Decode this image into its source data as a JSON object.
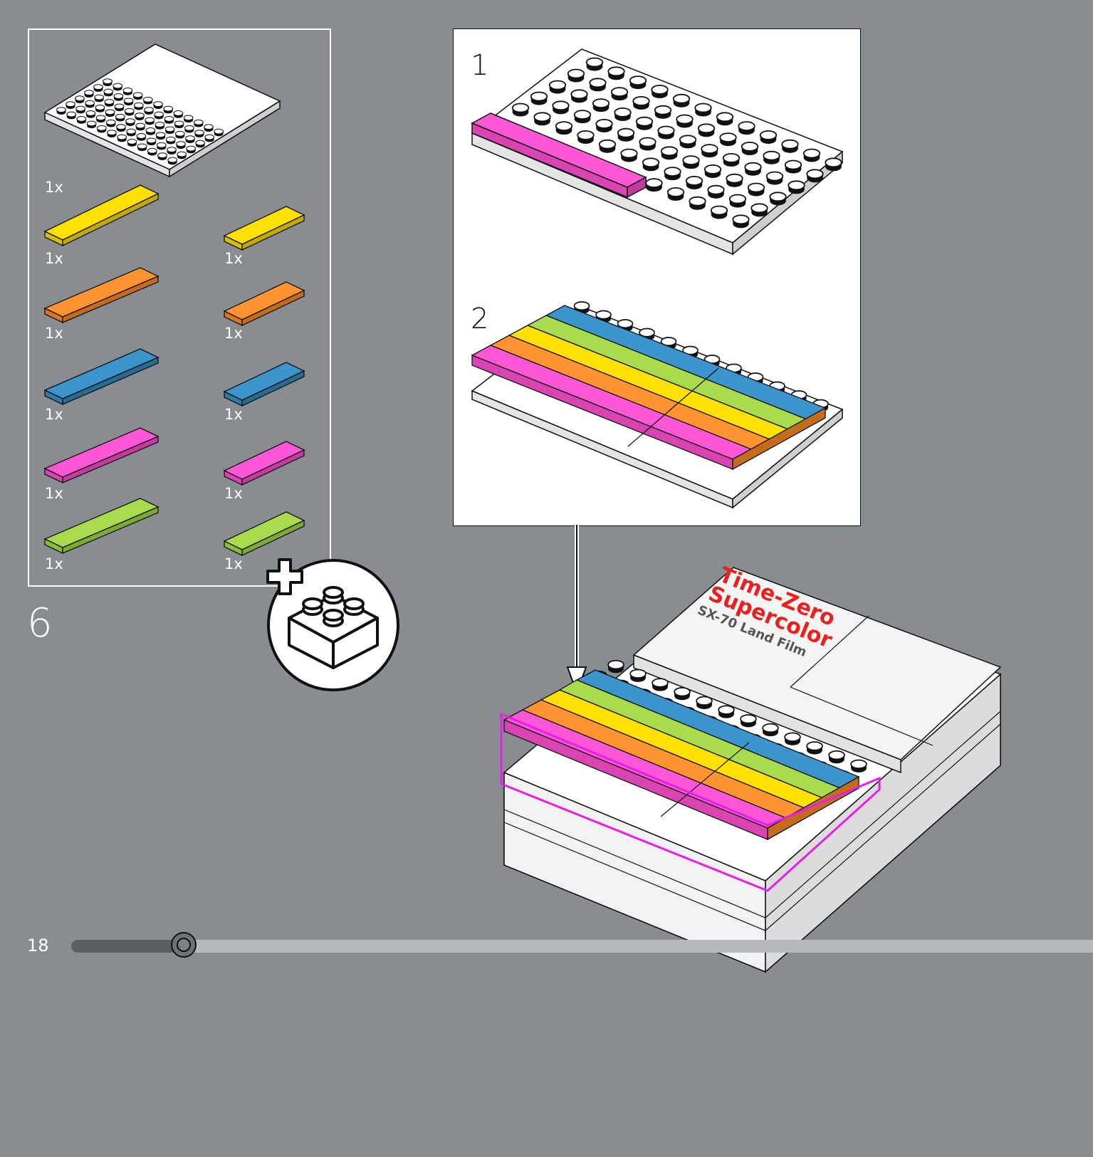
{
  "page": {
    "number": "18",
    "step": "6",
    "progress_percent": 11
  },
  "parts": [
    {
      "color": "white",
      "qty": "1x"
    },
    {
      "color": "yellow",
      "qty": "1x"
    },
    {
      "color": "yellow",
      "qty": "1x"
    },
    {
      "color": "orange",
      "qty": "1x"
    },
    {
      "color": "orange",
      "qty": "1x"
    },
    {
      "color": "blue",
      "qty": "1x"
    },
    {
      "color": "blue",
      "qty": "1x"
    },
    {
      "color": "pink",
      "qty": "1x"
    },
    {
      "color": "pink",
      "qty": "1x"
    },
    {
      "color": "green",
      "qty": "1x"
    },
    {
      "color": "green",
      "qty": "1x"
    }
  ],
  "substeps": [
    {
      "number": "1"
    },
    {
      "number": "2"
    }
  ],
  "model_label": {
    "line1": "Time-Zero",
    "line2": "Supercolor",
    "line3": "SX-70 Land Film"
  },
  "icons": {
    "add_brick": "plus-brick-icon"
  },
  "colors": {
    "background": "#878d90",
    "yellow": "#ffe000",
    "orange": "#ff9430",
    "blue": "#3b95cc",
    "pink": "#ff57d5",
    "green": "#a8dc4e",
    "highlight": "#e81ee8",
    "brand_red": "#e8211e"
  }
}
